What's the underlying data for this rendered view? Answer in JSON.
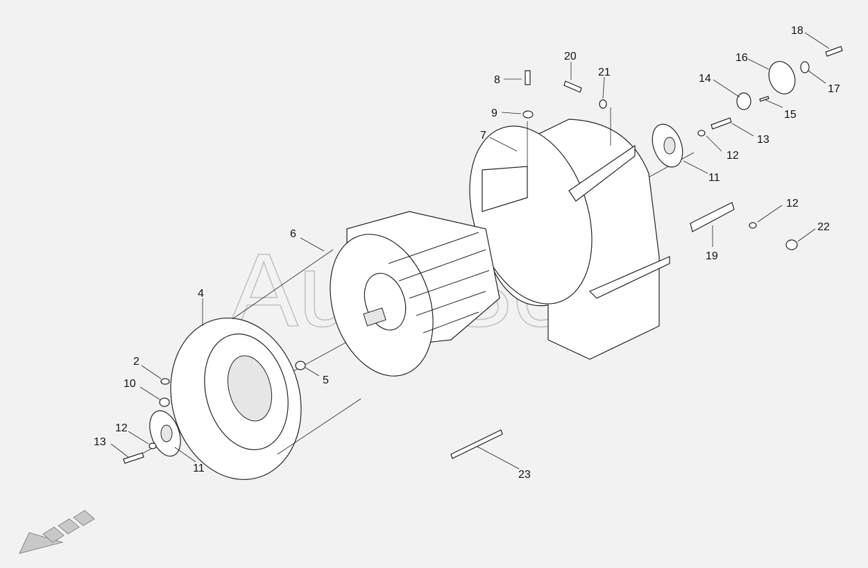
{
  "diagram": {
    "watermark": "AutoSoft",
    "callouts": [
      "2",
      "4",
      "5",
      "6",
      "7",
      "8",
      "9",
      "10",
      "11",
      "11",
      "12",
      "12",
      "12",
      "13",
      "13",
      "14",
      "15",
      "16",
      "17",
      "18",
      "19",
      "20",
      "21",
      "22",
      "23"
    ]
  }
}
